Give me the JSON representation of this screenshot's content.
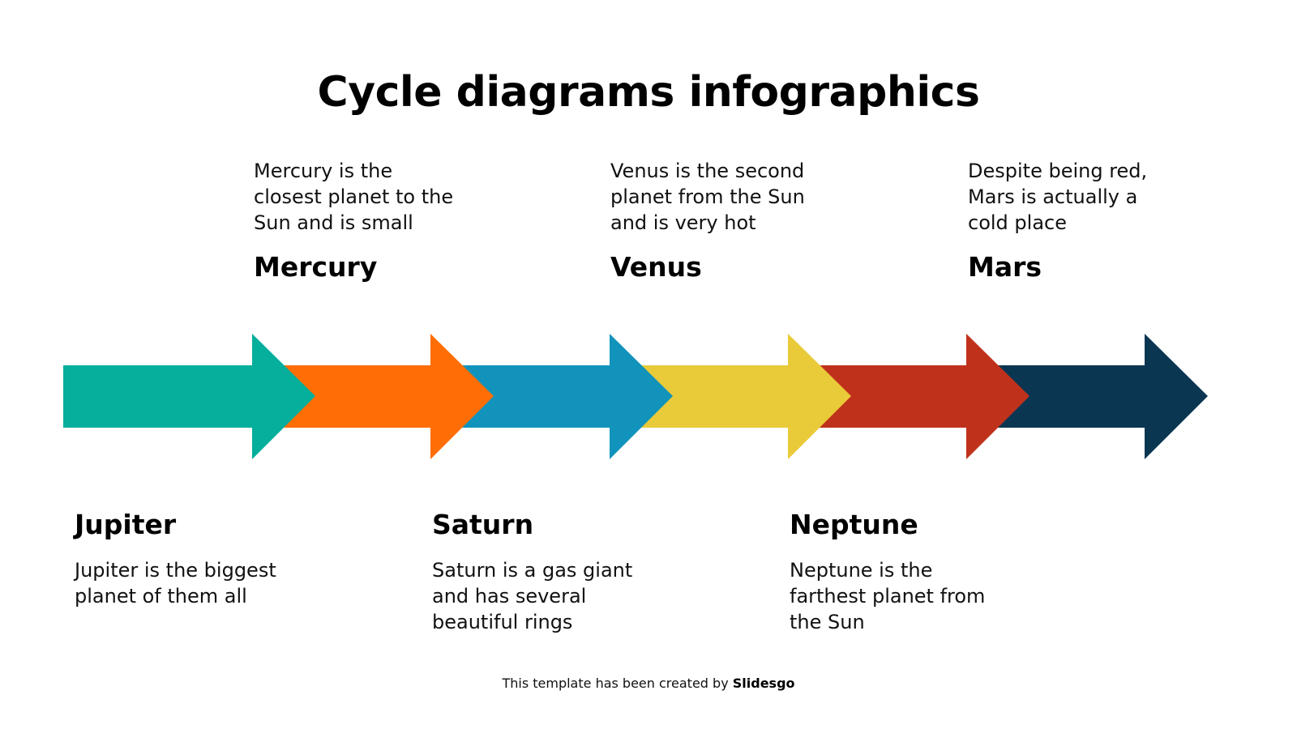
{
  "title": "Cycle diagrams infographics",
  "steps": [
    {
      "name": "Jupiter",
      "description": "Jupiter is the biggest\nplanet of them all",
      "color": "#06AE9C",
      "position": "below"
    },
    {
      "name": "Mercury",
      "description": "Mercury is the\nclosest planet to the\nSun and is small",
      "color": "#FF6E05",
      "position": "above"
    },
    {
      "name": "Saturn",
      "description": "Saturn is a gas giant\nand has several\nbeautiful rings",
      "color": "#1293BB",
      "position": "below"
    },
    {
      "name": "Venus",
      "description": "Venus is the second\nplanet from the Sun\nand is very hot",
      "color": "#E9CA39",
      "position": "above"
    },
    {
      "name": "Neptune",
      "description": "Neptune is the\nfarthest planet from\nthe Sun",
      "color": "#C0311B",
      "position": "below"
    },
    {
      "name": "Mars",
      "description": "Despite being red,\nMars is actually a\ncold place",
      "color": "#0B3651",
      "position": "above"
    }
  ],
  "footer": {
    "text": "This template has been created by ",
    "brand": "Slidesgo"
  }
}
